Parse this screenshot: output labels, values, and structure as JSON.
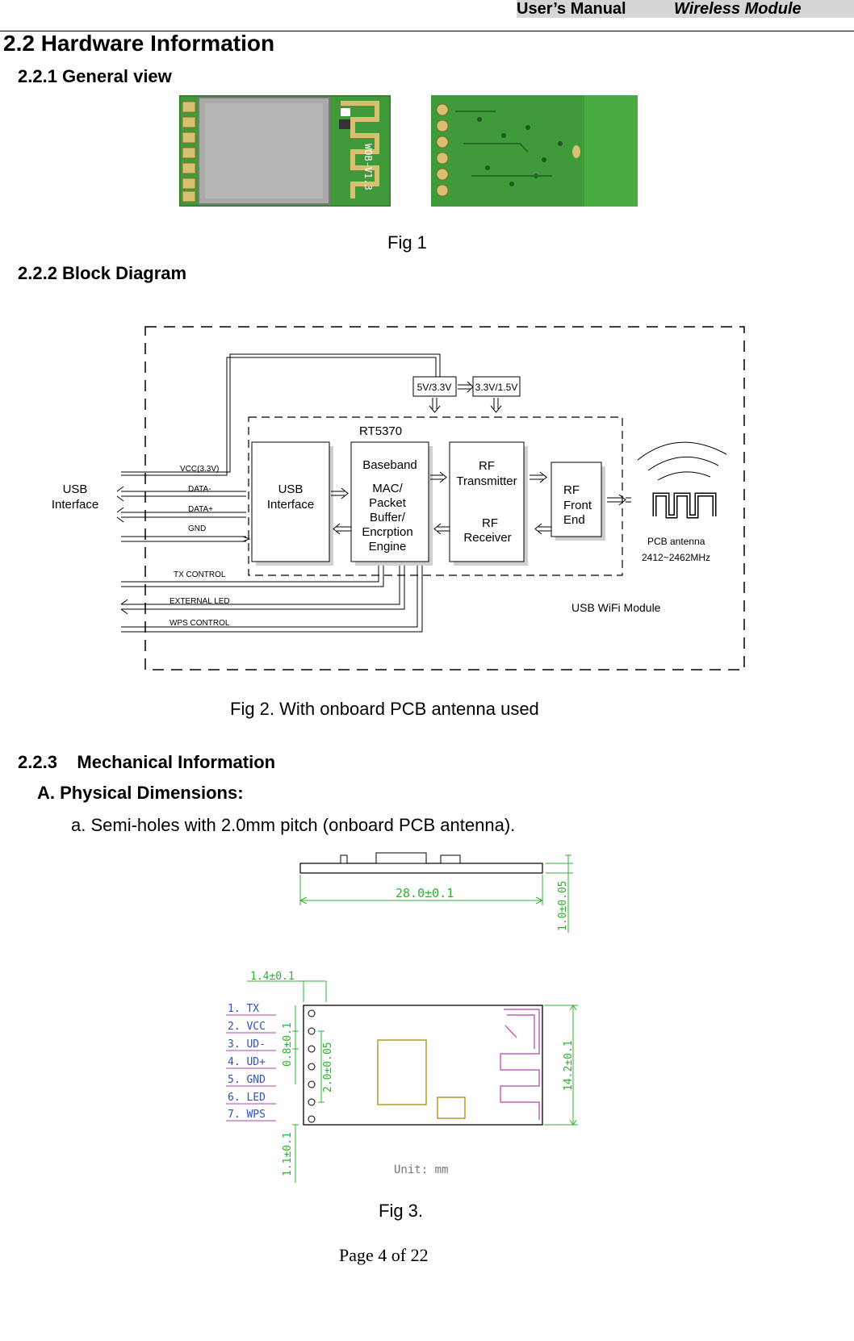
{
  "header": {
    "manual": "User’s Manual",
    "product": "Wireless Module"
  },
  "section": {
    "title": "2.2 Hardware Information"
  },
  "general_view": {
    "heading": "2.2.1 General view",
    "caption": "Fig 1",
    "board_silk": "WOB-V1.3"
  },
  "block_diagram": {
    "heading": "2.2.2 Block Diagram",
    "caption": "Fig 2.    With onboard PCB antenna used",
    "usb_interface_left": [
      "USB",
      "Interface"
    ],
    "signals": [
      "VCC(3.3V)",
      "DATA-",
      "DATA+",
      "GND",
      "TX CONTROL",
      "EXTERNAL LED",
      "WPS CONTROL"
    ],
    "regulator_1": "5V/3.3V",
    "regulator_2": "3.3V/1.5V",
    "chip": "RT5370",
    "usb_block": [
      "USB",
      "Interface"
    ],
    "baseband_title": "Baseband",
    "baseband_body": [
      "MAC/",
      "Packet",
      "Buffer/",
      "Encrption",
      "Engine"
    ],
    "rf_tx": [
      "RF",
      "Transmitter"
    ],
    "rf_rx": [
      "RF",
      "Receiver"
    ],
    "rf_front": [
      "RF",
      "Front",
      "End"
    ],
    "antenna_label": "PCB antenna",
    "antenna_freq": "2412~2462MHz",
    "module_label": "USB WiFi Module"
  },
  "mechanical": {
    "heading": "2.2.3    Mechanical Information",
    "subheading": "A. Physical Dimensions:",
    "item_a": "a. Semi-holes with 2.0mm pitch (onboard PCB antenna).",
    "dim_length": "28.0±0.1",
    "dim_thickness": "1.0±0.05",
    "dim_edge": "1.4±0.1",
    "dim_hole": "0.8±0.1",
    "dim_pitch": "2.0±0.05",
    "dim_width": "14.2±0.1",
    "dim_bottom": "1.1±0.1",
    "pins": [
      "1. TX",
      "2. VCC",
      "3. UD-",
      "4. UD+",
      "5. GND",
      "6. LED",
      "7. WPS"
    ],
    "unit": "Unit:  mm",
    "caption": "Fig 3."
  },
  "footer": {
    "page": "Page 4 of 22"
  },
  "colors": {
    "header_bg": "#d6d6d6",
    "pcb_green": "#3f9a3a",
    "shield": "#a9aaa8",
    "antenna_magenta": "#b040b0",
    "dim_green": "#30b030",
    "pin_blue": "#3050c0"
  }
}
